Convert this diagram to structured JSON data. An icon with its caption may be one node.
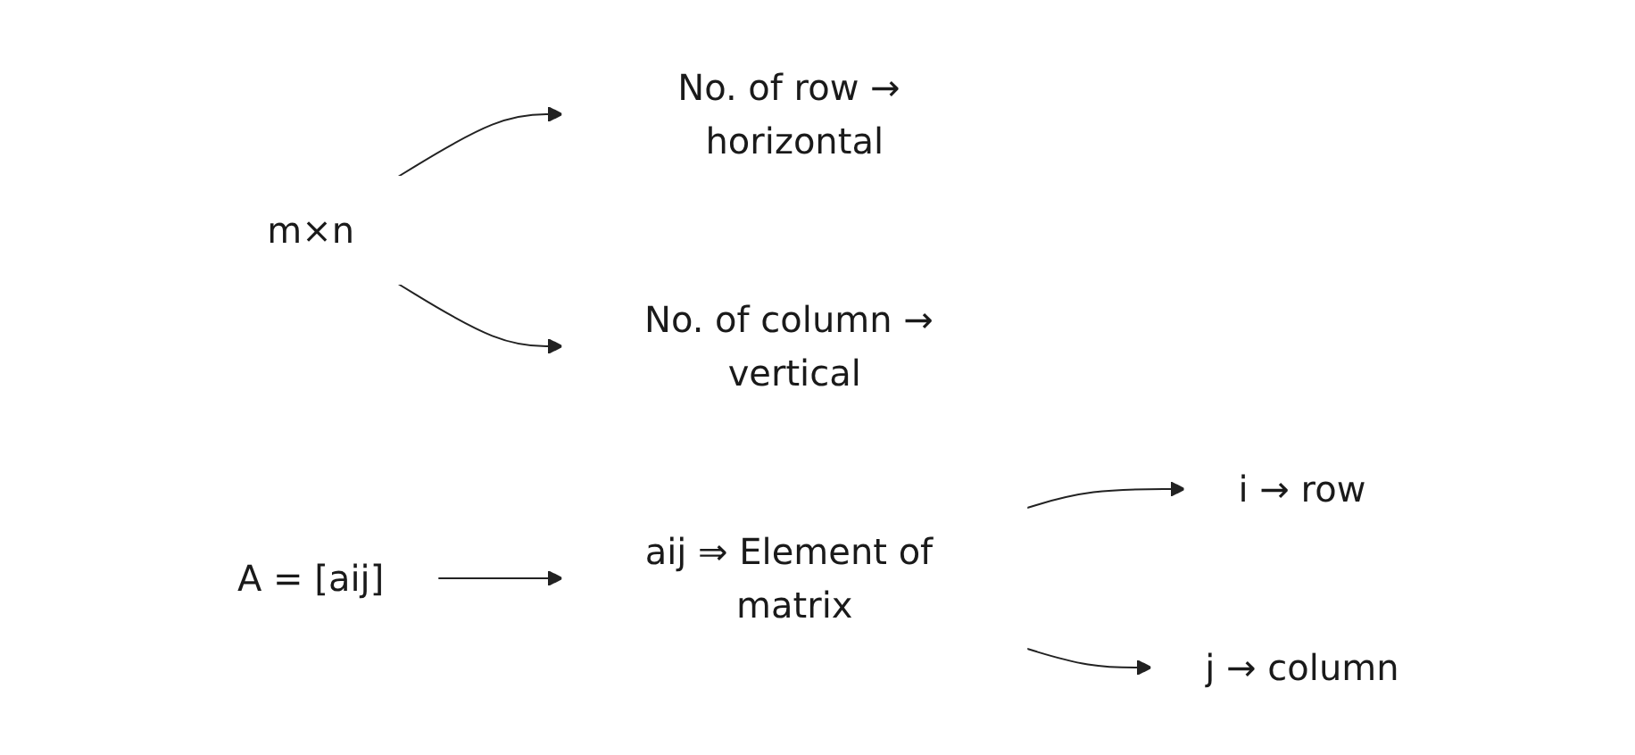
{
  "diagram": {
    "nodes": [
      {
        "text": [
          "A = [aij]"
        ]
      },
      {
        "text": [
          "m×n"
        ]
      },
      {
        "text": [
          "No. of row → horizontal"
        ]
      },
      {
        "text": [
          "No. of column → vertical"
        ]
      },
      {
        "text": [
          "aij ⇒ Element of matrix"
        ]
      },
      {
        "text": [
          "i → row"
        ]
      },
      {
        "text": [
          "j → column"
        ]
      }
    ],
    "edges": [
      {
        "from": 1,
        "to": 2,
        "arrow": "to"
      },
      {
        "from": 1,
        "to": 3,
        "arrow": "to"
      },
      {
        "from": 0,
        "to": 4,
        "arrow": "to"
      },
      {
        "from": 4,
        "to": 5,
        "arrow": "to"
      },
      {
        "from": 4,
        "to": 6,
        "arrow": "to"
      }
    ]
  }
}
